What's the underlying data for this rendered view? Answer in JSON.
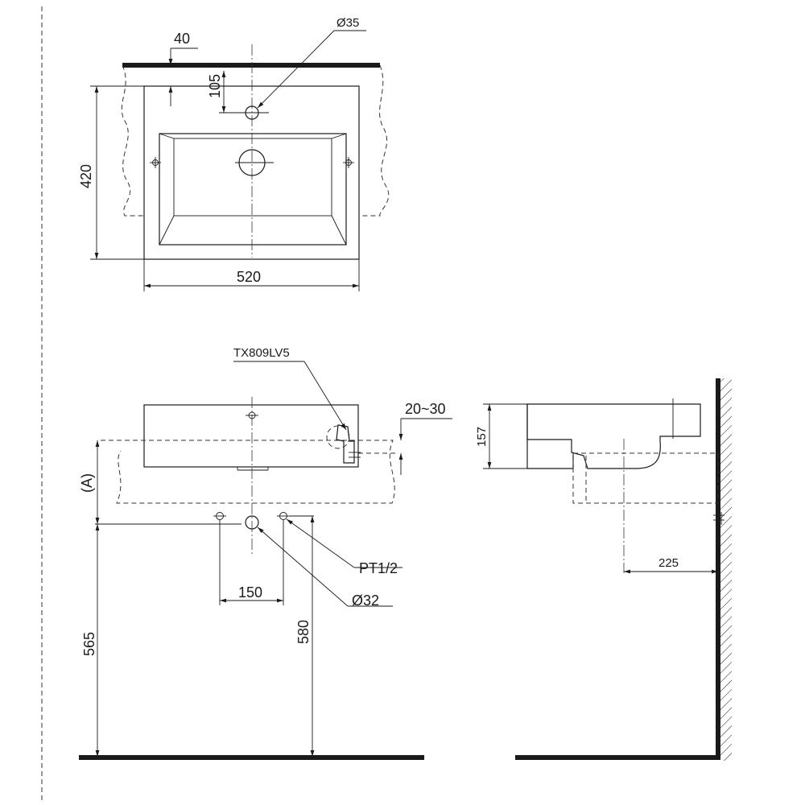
{
  "top_view": {
    "overhang_label": "40",
    "hole_offset_label": "105",
    "hole_diameter_label": "Ø35",
    "depth_label": "420",
    "width_label": "520"
  },
  "front_view": {
    "faucet_model_label": "TX809LV5",
    "counter_thickness_label": "20~30",
    "counter_height_label": "(A)",
    "supply_label": "PT1/2",
    "drain_label": "Ø32",
    "supply_spacing_label": "150",
    "supply_height_label": "565",
    "drain_height_label": "580"
  },
  "side_view": {
    "basin_height_label": "157",
    "drain_wall_distance_label": "225"
  }
}
